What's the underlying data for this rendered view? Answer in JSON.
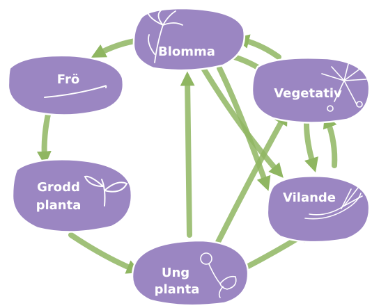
{
  "colors": {
    "node_fill": "#9b86c2",
    "node_edge": "#ffffff",
    "arrow": "#8fb661",
    "label": "#ffffff",
    "background": "#ffffff"
  },
  "nodes": {
    "blomma": {
      "label": "Blomma",
      "icon": "flower-icon"
    },
    "fro": {
      "label": "Frö",
      "icon": "seed-icon"
    },
    "vegetativ": {
      "label": "Vegetativ",
      "icon": "flower-cluster-icon"
    },
    "grodd": {
      "label_line1": "Grodd",
      "label_line2": "planta",
      "icon": "sprout-icon"
    },
    "vilande": {
      "label": "Vilande",
      "icon": "bulb-root-icon"
    },
    "ung": {
      "label_line1": "Ung",
      "label_line2": "planta",
      "icon": "young-plant-icon"
    }
  },
  "edges": [
    {
      "from": "blomma",
      "to": "fro"
    },
    {
      "from": "fro",
      "to": "grodd"
    },
    {
      "from": "grodd",
      "to": "ung"
    },
    {
      "from": "ung",
      "to": "blomma"
    },
    {
      "from": "ung",
      "to": "vegetativ"
    },
    {
      "from": "ung",
      "to": "vilande"
    },
    {
      "from": "blomma",
      "to": "vegetativ"
    },
    {
      "from": "vegetativ",
      "to": "blomma"
    },
    {
      "from": "blomma",
      "to": "vilande"
    },
    {
      "from": "vegetativ",
      "to": "vilande"
    },
    {
      "from": "vilande",
      "to": "vegetativ"
    }
  ]
}
